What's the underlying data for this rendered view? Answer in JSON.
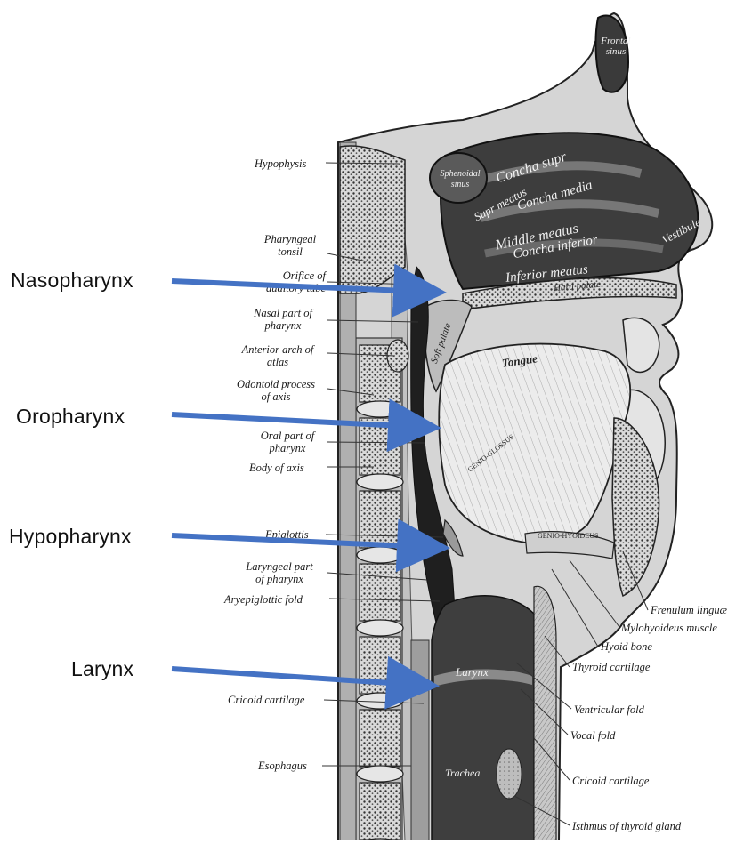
{
  "region_labels": {
    "nasopharynx": "Nasopharynx",
    "oropharynx": "Oropharynx",
    "hypopharynx": "Hypopharynx",
    "larynx": "Larynx"
  },
  "left_labels": {
    "hypophysis": "Hypophysis",
    "pharyngeal_tonsil_1": "Pharyngeal",
    "pharyngeal_tonsil_2": "tonsil",
    "orifice_1": "Orifice of",
    "orifice_2": "auditory tube",
    "nasal_part_1": "Nasal part of",
    "nasal_part_2": "pharynx",
    "anterior_arch_1": "Anterior arch of",
    "anterior_arch_2": "atlas",
    "odontoid_1": "Odontoid process",
    "odontoid_2": "of axis",
    "oral_part_1": "Oral part of",
    "oral_part_2": "pharynx",
    "body_of_axis": "Body of axis",
    "epiglottis": "Epiglottis",
    "laryngeal_part_1": "Laryngeal part",
    "laryngeal_part_2": "of pharynx",
    "aryepiglottic": "Aryepiglottic fold",
    "cricoid_left": "Cricoid cartilage",
    "esophagus": "Esophagus"
  },
  "right_labels": {
    "frenulum": "Frenulum linguæ",
    "mylohyoideus": "Mylohyoideus muscle",
    "hyoid": "Hyoid bone",
    "thyroid": "Thyroid cartilage",
    "ventricular": "Ventricular fold",
    "vocal": "Vocal fold",
    "cricoid_right": "Cricoid cartilage",
    "isthmus": "Isthmus of thyroid gland"
  },
  "inner_labels": {
    "frontal_1": "Frontal",
    "frontal_2": "sinus",
    "sphenoidal_1": "Sphenoidal",
    "sphenoidal_2": "sinus",
    "concha_supr": "Concha supr",
    "supr_meatus": "Supr meatus",
    "concha_media": "Concha media",
    "middle_meatus": "Middle meatus",
    "concha_inferior": "Concha inferior",
    "inferior_meatus": "Inferior meatus",
    "vestibule": "Vestibule",
    "hard_palate": "Hard palate",
    "soft_palate": "Soft palate",
    "tongue": "Tongue",
    "genioglossus": "GENIO-GLOSSUS",
    "geniohyoideus": "GENIO-HYOIDEUS",
    "larynx_inner": "Larynx",
    "trachea": "Trachea"
  },
  "colors": {
    "arrow": "#4472C4",
    "ink": "#1a1a1a",
    "cavity": "#2b2b2b",
    "bone_fill": "#e8e8e8",
    "tissue": "#cfcfcf"
  }
}
